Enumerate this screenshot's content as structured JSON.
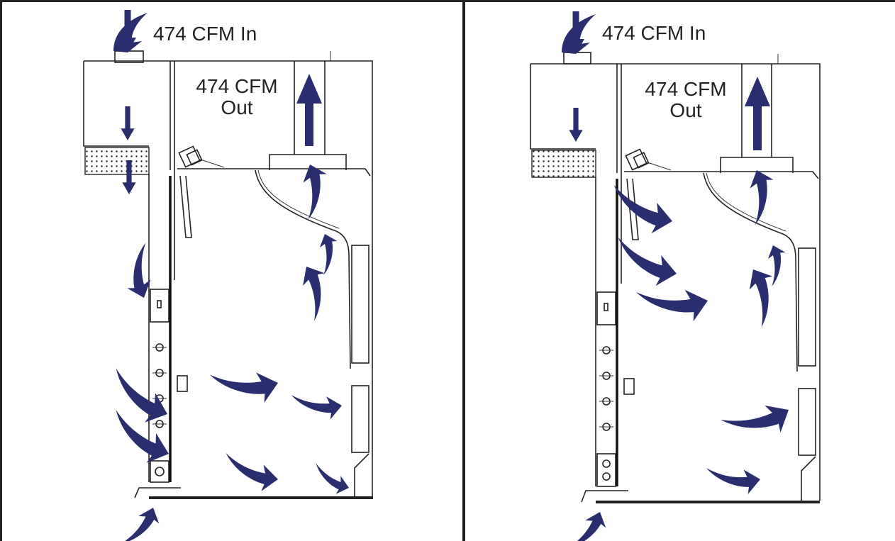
{
  "colors": {
    "arrow": "#2b2e6e",
    "line": "#222222",
    "background": "#ffffff"
  },
  "panels": [
    {
      "name": "left",
      "label_in": "474 CFM In",
      "label_out_line1": "474 CFM",
      "label_out_line2": "Out"
    },
    {
      "name": "right",
      "label_in": "474 CFM In",
      "label_out_line1": "474 CFM",
      "label_out_line2": "Out"
    }
  ]
}
